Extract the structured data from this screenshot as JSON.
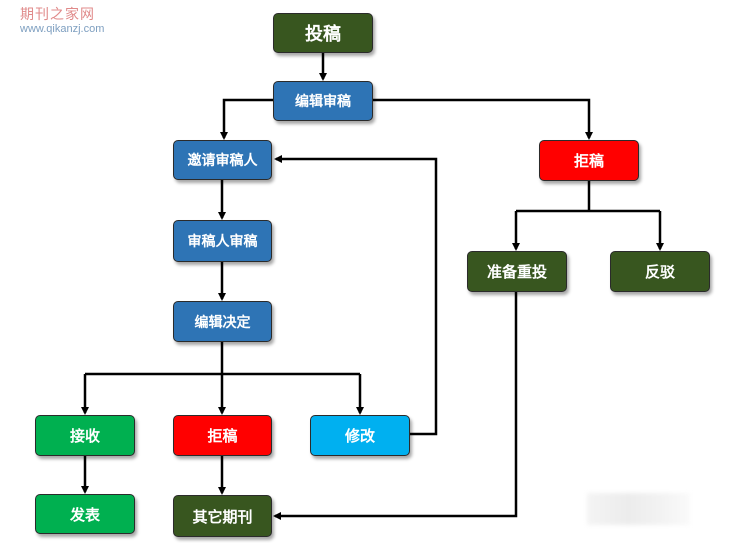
{
  "watermark": {
    "site_name": "期刊之家网",
    "url": "www.qikanzj.com"
  },
  "nodes": {
    "submit": "投稿",
    "editor_review": "编辑审稿",
    "invite_reviewer": "邀请审稿人",
    "reviewer_review": "审稿人审稿",
    "editor_decision": "编辑决定",
    "accept": "接收",
    "reject": "拒稿",
    "revise": "修改",
    "publish": "发表",
    "other_journal": "其它期刊",
    "desk_reject": "拒稿",
    "resubmit": "准备重投",
    "appeal": "反驳"
  },
  "colors": {
    "dark_green": "#38561f",
    "blue": "#2e74b5",
    "red": "#ff0000",
    "green": "#00b050",
    "cyan": "#00b0f0",
    "connector": "#000000"
  }
}
